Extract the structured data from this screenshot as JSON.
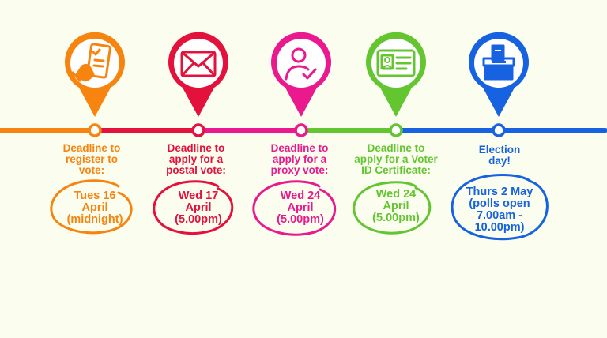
{
  "colors": {
    "background": "#fbfdee",
    "orange": "#f7840f",
    "red": "#e3113c",
    "pink": "#ea1a8e",
    "green": "#63c631",
    "blue": "#1662e0"
  },
  "steps": [
    {
      "icon": "phone-checklist-icon",
      "color": "#f7840f",
      "label": [
        "Deadline to",
        "register to",
        "vote:"
      ],
      "date": [
        "Tues 16",
        "April",
        "(midnight)"
      ]
    },
    {
      "icon": "envelope-icon",
      "color": "#e3113c",
      "label": [
        "Deadline to",
        "apply for a",
        "postal vote:"
      ],
      "date": [
        "Wed 17",
        "April",
        "(5.00pm)"
      ]
    },
    {
      "icon": "person-check-icon",
      "color": "#ea1a8e",
      "label": [
        "Deadline to",
        "apply for a",
        "proxy vote:"
      ],
      "date": [
        "Wed 24",
        "April",
        "(5.00pm)"
      ]
    },
    {
      "icon": "id-card-icon",
      "color": "#63c631",
      "label": [
        "Deadline to",
        "apply for a Voter",
        "ID Certificate:"
      ],
      "date": [
        "Wed 24",
        "April",
        "(5.00pm)"
      ]
    },
    {
      "icon": "ballot-box-icon",
      "color": "#1662e0",
      "label": [
        "Election",
        "day!"
      ],
      "date": [
        "Thurs 2 May",
        "(polls open",
        "7.00am -",
        "10.00pm)"
      ]
    }
  ]
}
